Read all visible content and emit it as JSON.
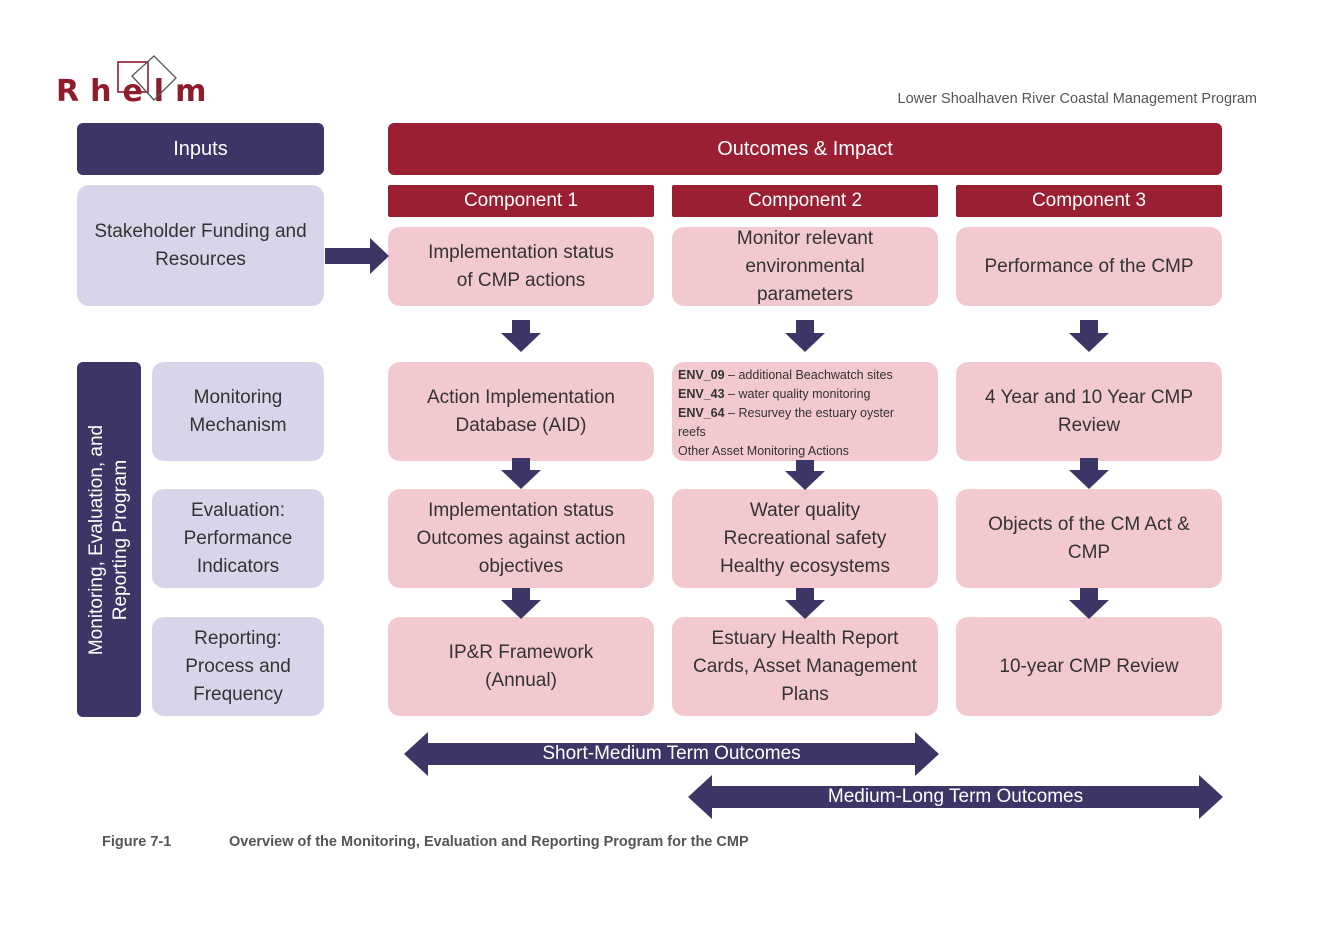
{
  "logo": {
    "text": "Rhelm"
  },
  "header": {
    "document_title": "Lower Shoalhaven River Coastal Management Program"
  },
  "inputs": {
    "title": "Inputs",
    "stakeholder": "Stakeholder Funding and Resources"
  },
  "outcomes": {
    "title": "Outcomes & Impact"
  },
  "components": [
    {
      "label": "Component 1",
      "objective": "Implementation status of CMP actions"
    },
    {
      "label": "Component 2",
      "objective": "Monitor relevant environmental parameters"
    },
    {
      "label": "Component 3",
      "objective": "Performance of the CMP"
    }
  ],
  "merp": {
    "label": "Monitoring, Evaluation, and Reporting Program"
  },
  "rows": {
    "monitoring": {
      "label": "Monitoring Mechanism",
      "c1": "Action Implementation Database (AID)",
      "c2": {
        "items": [
          {
            "code": "ENV_09",
            "text": " – additional Beachwatch sites"
          },
          {
            "code": "ENV_43",
            "text": " – water quality monitoring"
          },
          {
            "code": "ENV_64",
            "text": " – Resurvey the estuary oyster"
          }
        ],
        "continuation": "reefs",
        "other": "Other Asset Monitoring Actions"
      },
      "c3": "4 Year and 10 Year CMP Review"
    },
    "evaluation": {
      "label": "Evaluation: Performance Indicators",
      "c1": "Implementation status Outcomes against action objectives",
      "c2": "Water quality Recreational safety Healthy ecosystems",
      "c3": "Objects of the CM Act & CMP"
    },
    "reporting": {
      "label": "Reporting: Process and Frequency",
      "c1": "IP&R Framework (Annual)",
      "c2": "Estuary Health Report Cards, Asset Management Plans",
      "c3": "10-year CMP Review"
    }
  },
  "ranges": {
    "short": "Short-Medium Term Outcomes",
    "long": "Medium-Long Term Outcomes"
  },
  "caption": {
    "label": "Figure 7-1",
    "text": "Overview of the Monitoring, Evaluation and Reporting Program for the CMP"
  },
  "colors": {
    "navy": "#3b3666",
    "maroon": "#9a1f32",
    "pink": "#f3c9d0",
    "lavender": "#d7d5ea"
  }
}
